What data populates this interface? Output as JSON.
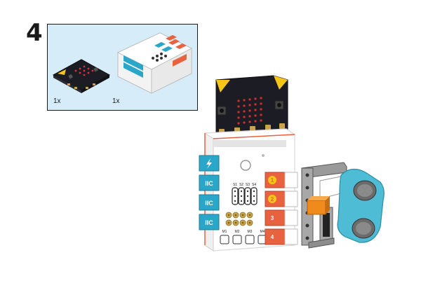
{
  "step": {
    "number": "4"
  },
  "parts": [
    {
      "name": "micro:bit board",
      "quantity": "1x"
    },
    {
      "name": "expansion board",
      "quantity": "1x"
    }
  ],
  "board": {
    "left_ports": [
      "",
      "IIC",
      "IIC",
      "IIC"
    ],
    "right_ports": [
      "1",
      "2",
      "3",
      "4"
    ],
    "servo_labels": [
      "S1",
      "S2",
      "S3",
      "S4"
    ],
    "motor_labels": [
      "M1",
      "M2",
      "M3",
      "M4"
    ]
  },
  "colors": {
    "panel_bg": "#d6ecf9",
    "blue_port": "#2aa6c8",
    "red_port": "#e8623f",
    "yellow_badge": "#f5c518",
    "sensor_blue": "#4fbcd6",
    "microbit_dark": "#1c1c24",
    "gold": "#c9a44a"
  },
  "icons": {
    "power": "lightning-icon"
  }
}
